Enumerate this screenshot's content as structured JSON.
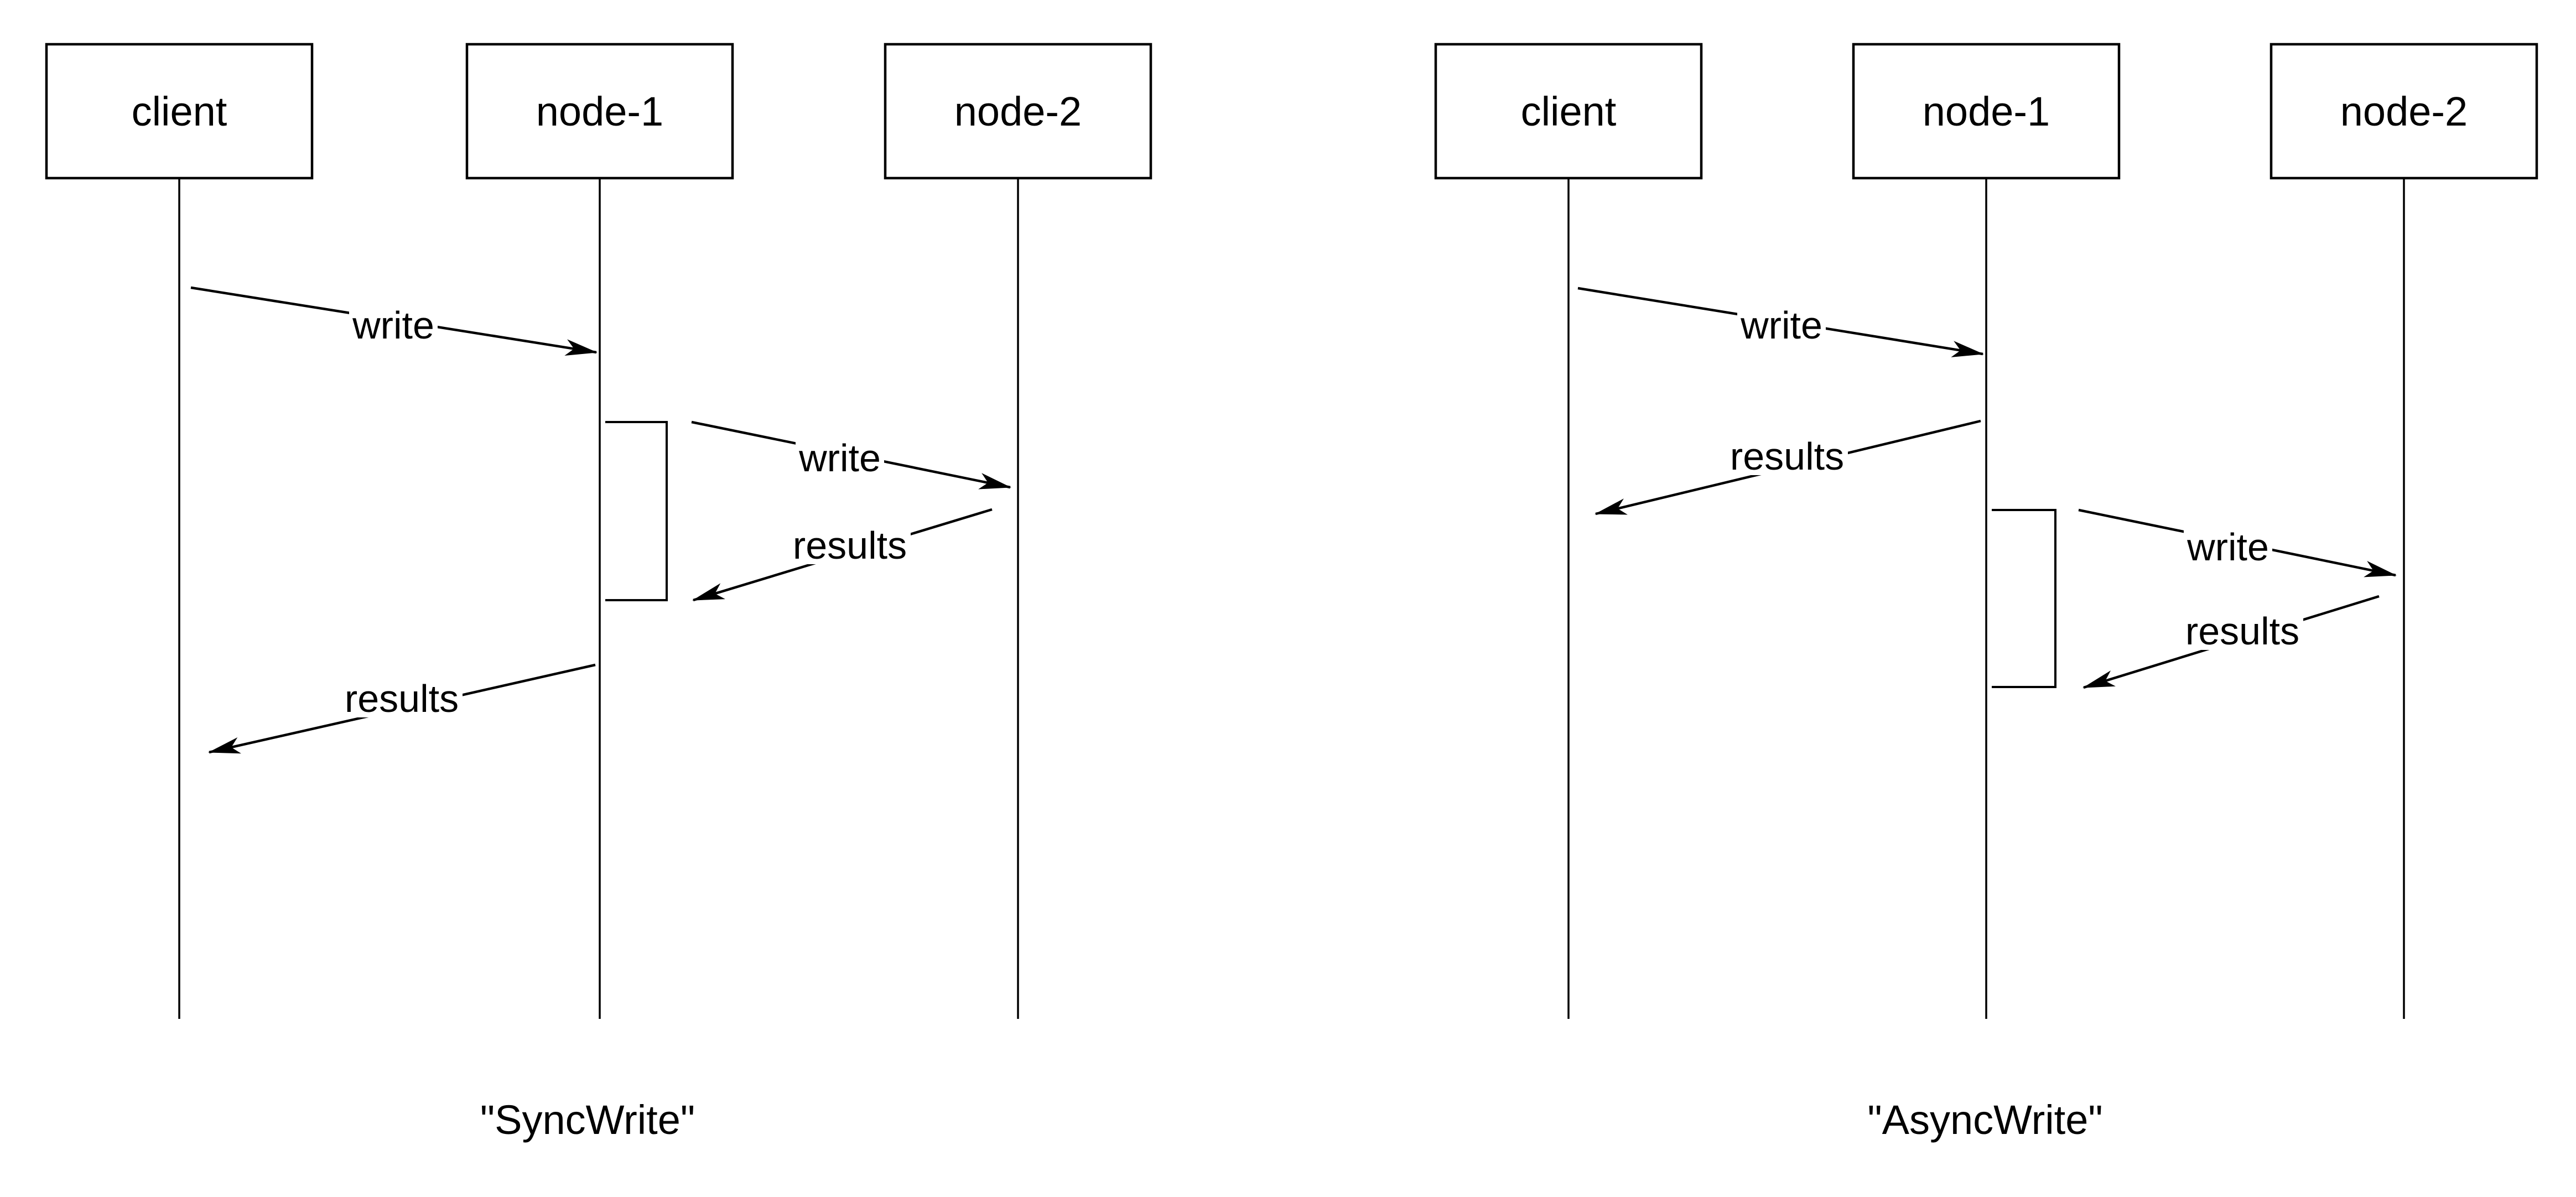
{
  "colors": {
    "line": "#000000",
    "background": "#ffffff",
    "text": "#000000"
  },
  "diagrams": [
    {
      "caption": "\"SyncWrite\"",
      "actors": [
        {
          "label": "client"
        },
        {
          "label": "node-1"
        },
        {
          "label": "node-2"
        }
      ],
      "messages": [
        {
          "label": "write",
          "from": "client",
          "to": "node-1"
        },
        {
          "label": "write",
          "from": "node-1",
          "to": "node-2"
        },
        {
          "label": "results",
          "from": "node-2",
          "to": "node-1"
        },
        {
          "label": "results",
          "from": "node-1",
          "to": "client"
        }
      ]
    },
    {
      "caption": "\"AsyncWrite\"",
      "actors": [
        {
          "label": "client"
        },
        {
          "label": "node-1"
        },
        {
          "label": "node-2"
        }
      ],
      "messages": [
        {
          "label": "write",
          "from": "client",
          "to": "node-1"
        },
        {
          "label": "results",
          "from": "node-1",
          "to": "client"
        },
        {
          "label": "write",
          "from": "node-1",
          "to": "node-2"
        },
        {
          "label": "results",
          "from": "node-2",
          "to": "node-1"
        }
      ]
    }
  ]
}
